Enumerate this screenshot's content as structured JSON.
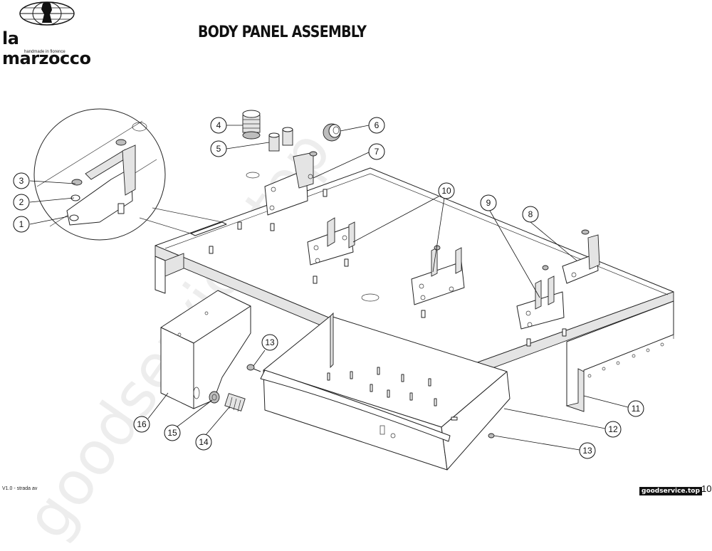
{
  "brand": {
    "name": "la marzocco",
    "tagline": "handmade in florence",
    "logo_icon": "globe-lion-logo"
  },
  "title": "BODY PANEL ASSEMBLY",
  "footer": {
    "version": "V1.0 - strada av",
    "site": "goodservice.top",
    "page_number": "10"
  },
  "watermark": "goodservice.top",
  "callouts": [
    "1",
    "2",
    "3",
    "4",
    "5",
    "6",
    "7",
    "8",
    "9",
    "10",
    "11",
    "12",
    "13",
    "14",
    "15",
    "16"
  ]
}
